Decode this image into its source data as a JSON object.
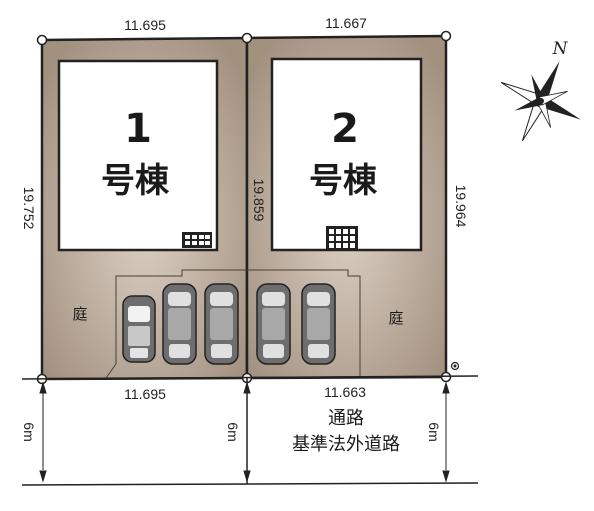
{
  "lots": [
    {
      "building_number": "1",
      "building_label": "号棟",
      "garden_label": "庭"
    },
    {
      "building_number": "2",
      "building_label": "号棟",
      "garden_label": "庭"
    }
  ],
  "dimensions": {
    "lot1_top": "11.695",
    "lot2_top": "11.667",
    "lot1_bottom": "11.695",
    "lot2_bottom": "11.663",
    "left_side": "19.752",
    "middle_side": "19.859",
    "right_side": "19.964"
  },
  "road": {
    "label": "通路",
    "note": "基準法外道路",
    "width_left": "6m",
    "width_middle": "6m",
    "width_right": "6m"
  },
  "compass": {
    "label": "N"
  },
  "colors": {
    "lot_fill": "#a39180",
    "lot_highlight": "#dcd0c4",
    "building_fill": "#ffffff",
    "outline": "#222222"
  }
}
